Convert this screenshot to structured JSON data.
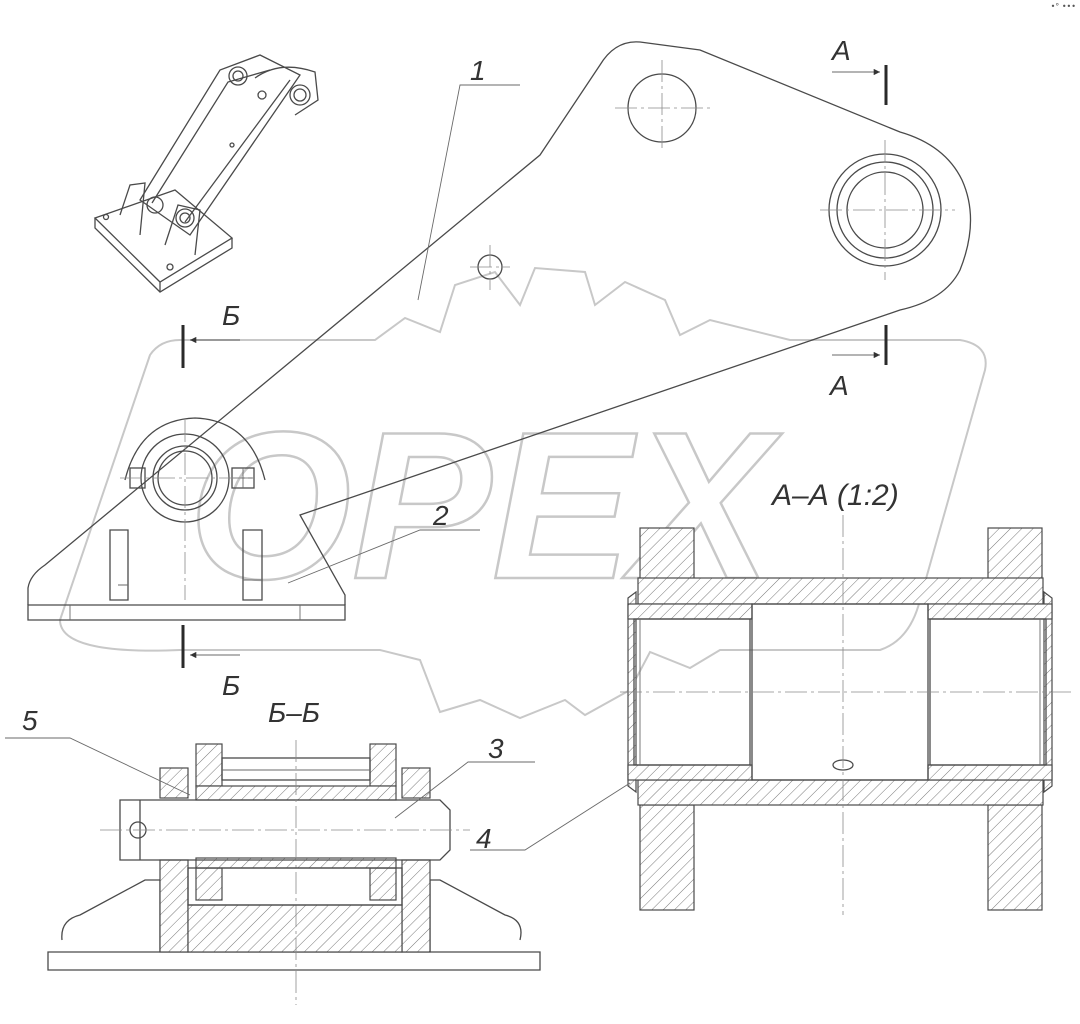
{
  "labels": {
    "part1": "1",
    "part2": "2",
    "part3": "3",
    "part4": "4",
    "part5": "5",
    "section_a_top": "A",
    "section_a_bottom": "A",
    "section_b_top": "Б",
    "section_b_bottom": "Б",
    "section_aa_title": "А–А (1:2)",
    "section_bb_title": "Б–Б"
  },
  "watermark": {
    "text": "OPEX"
  },
  "corner_mark": "•° •••"
}
